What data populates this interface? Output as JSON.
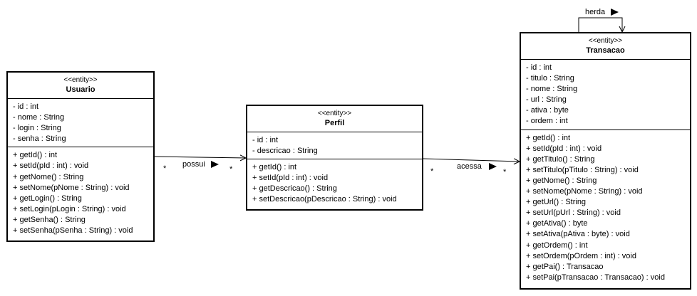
{
  "classes": {
    "usuario": {
      "stereotype": "<<entity>>",
      "name": "Usuario",
      "attributes": [
        "- id : int",
        "- nome : String",
        "- login : String",
        "- senha : String"
      ],
      "methods": [
        "+ getId() : int",
        "+ setId(pId : int) : void",
        "+ getNome() : String",
        "+ setNome(pNome : String) : void",
        "+ getLogin() : String",
        "+ setLogin(pLogin : String) : void",
        "+ getSenha() : String",
        "+ setSenha(pSenha : String) : void"
      ]
    },
    "perfil": {
      "stereotype": "<<entity>>",
      "name": "Perfil",
      "attributes": [
        "- id : int",
        "- descricao : String"
      ],
      "methods": [
        "+ getId() : int",
        "+ setId(pId : int) : void",
        "+ getDescricao() : String",
        "+ setDescricao(pDescricao : String) : void"
      ]
    },
    "transacao": {
      "stereotype": "<<entity>>",
      "name": "Transacao",
      "attributes": [
        "- id : int",
        "- titulo : String",
        "- nome : String",
        "- url : String",
        "- ativa : byte",
        "- ordem : int"
      ],
      "methods": [
        "+ getId() : int",
        "+ setId(pId : int) : void",
        "+ getTitulo() : String",
        "+ setTitulo(pTitulo : String) : void",
        "+ getNome() : String",
        "+ setNome(pNome : String) : void",
        "+ getUrl() : String",
        "+ setUrl(pUrl : String) : void",
        "+ getAtiva() : byte",
        "+ setAtiva(pAtiva : byte) : void",
        "+ getOrdem() : int",
        "+ setOrdem(pOrdem : int) : void",
        "+ getPai() : Transacao",
        "+ setPai(pTransacao : Transacao) : void"
      ]
    }
  },
  "associations": {
    "possui": {
      "label": "possui",
      "source_multiplicity": "*",
      "target_multiplicity": "*"
    },
    "acessa": {
      "label": "acessa",
      "source_multiplicity": "*",
      "target_multiplicity": "*"
    },
    "herda": {
      "label": "herda"
    }
  }
}
